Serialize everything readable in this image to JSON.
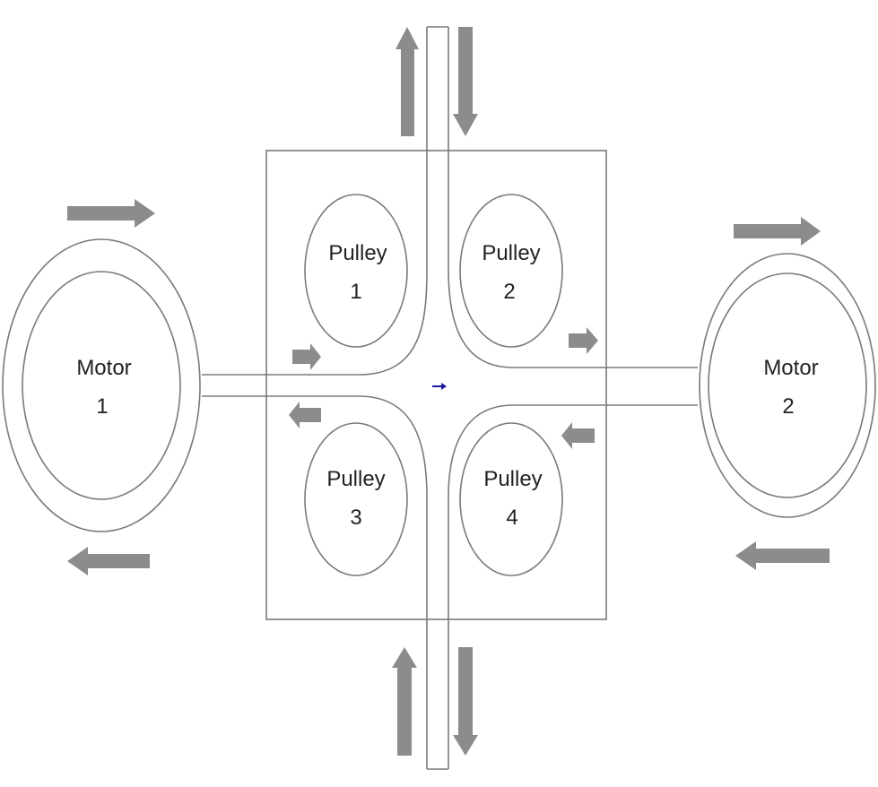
{
  "motors": [
    {
      "name": "Motor",
      "number": "1"
    },
    {
      "name": "Motor",
      "number": "2"
    }
  ],
  "pulleys": [
    {
      "name": "Pulley",
      "number": "1"
    },
    {
      "name": "Pulley",
      "number": "2"
    },
    {
      "name": "Pulley",
      "number": "3"
    },
    {
      "name": "Pulley",
      "number": "4"
    }
  ],
  "colors": {
    "line": "#7a7a7a",
    "arrow": "#8c8c8c",
    "marker": "#1a1aa0"
  }
}
